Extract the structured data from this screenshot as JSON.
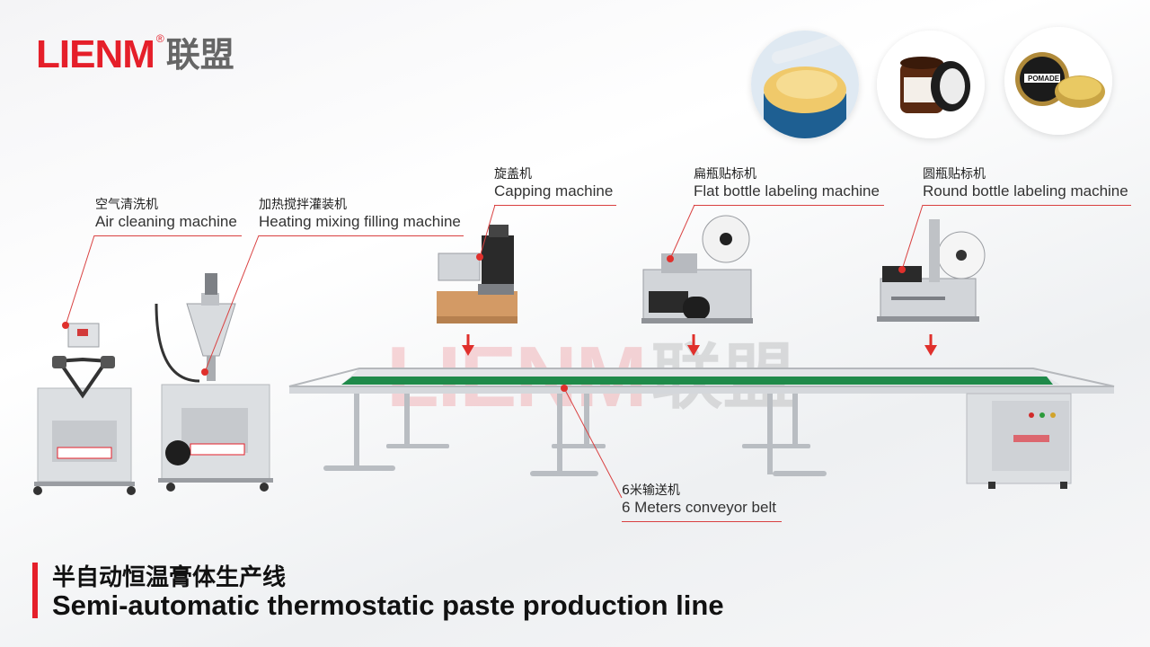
{
  "brand": {
    "latin": "LIENM",
    "registered": "®",
    "chinese": "联盟"
  },
  "colors": {
    "brand_red": "#e51f2a",
    "callout_line": "#d94040",
    "conveyor_green": "#1f8a4a",
    "steel": "#c9ccd0"
  },
  "machines": [
    {
      "id": "air-cleaning",
      "cn": "空气清洗机",
      "en": "Air cleaning machine"
    },
    {
      "id": "heating-mixing-filling",
      "cn": "加热搅拌灌装机",
      "en": "Heating mixing filling machine"
    },
    {
      "id": "capping",
      "cn": "旋盖机",
      "en": "Capping machine"
    },
    {
      "id": "flat-labeling",
      "cn": "扁瓶贴标机",
      "en": "Flat bottle labeling machine"
    },
    {
      "id": "round-labeling",
      "cn": "圆瓶贴标机",
      "en": "Round bottle labeling machine"
    },
    {
      "id": "conveyor",
      "cn": "6米输送机",
      "en": "6 Meters conveyor belt"
    }
  ],
  "products": [
    {
      "id": "cream-jar",
      "icon": "cream-jar-icon"
    },
    {
      "id": "amber-jar",
      "icon": "amber-jar-icon"
    },
    {
      "id": "pomade-tin",
      "icon": "pomade-tin-icon",
      "label": "POMADE"
    }
  ],
  "title": {
    "cn": "半自动恒温膏体生产线",
    "en": "Semi-automatic thermostatic paste production line"
  }
}
